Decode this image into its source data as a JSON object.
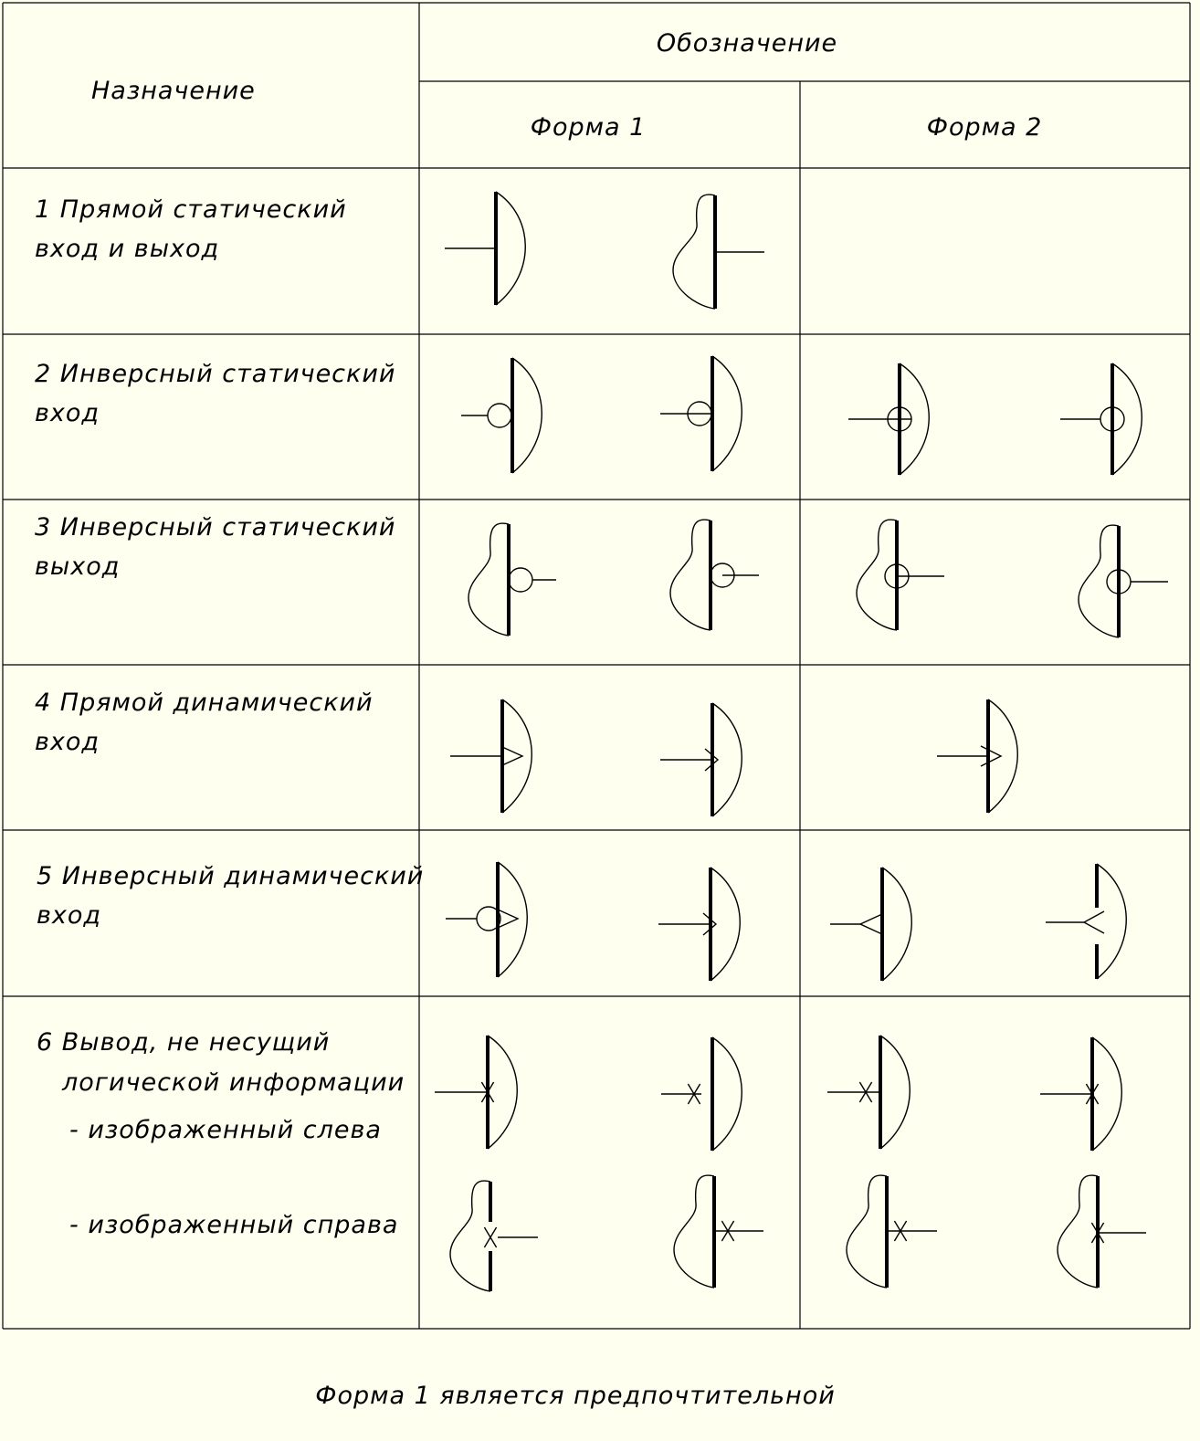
{
  "header": {
    "purpose": "Назначение",
    "designation": "Обозначение",
    "form1": "Форма 1",
    "form2": "Форма 2"
  },
  "rows": [
    {
      "line1": "1 Прямой статический",
      "line2": "вход и выход"
    },
    {
      "line1": "2 Инверсный статический",
      "line2": "вход"
    },
    {
      "line1": "3 Инверсный статический",
      "line2": "выход"
    },
    {
      "line1": "4 Прямой динамический",
      "line2": "вход"
    },
    {
      "line1": "5 Инверсный динамический",
      "line2": "вход"
    },
    {
      "line1": "6 Вывод, не несущий",
      "line2": "логической информации",
      "line3": "- изображенный слева",
      "line4": "- изображенный справа"
    }
  ],
  "footer": "Форма 1 является предпочтительной",
  "colors": {
    "background": "#fffff0",
    "ink": "#000000"
  }
}
